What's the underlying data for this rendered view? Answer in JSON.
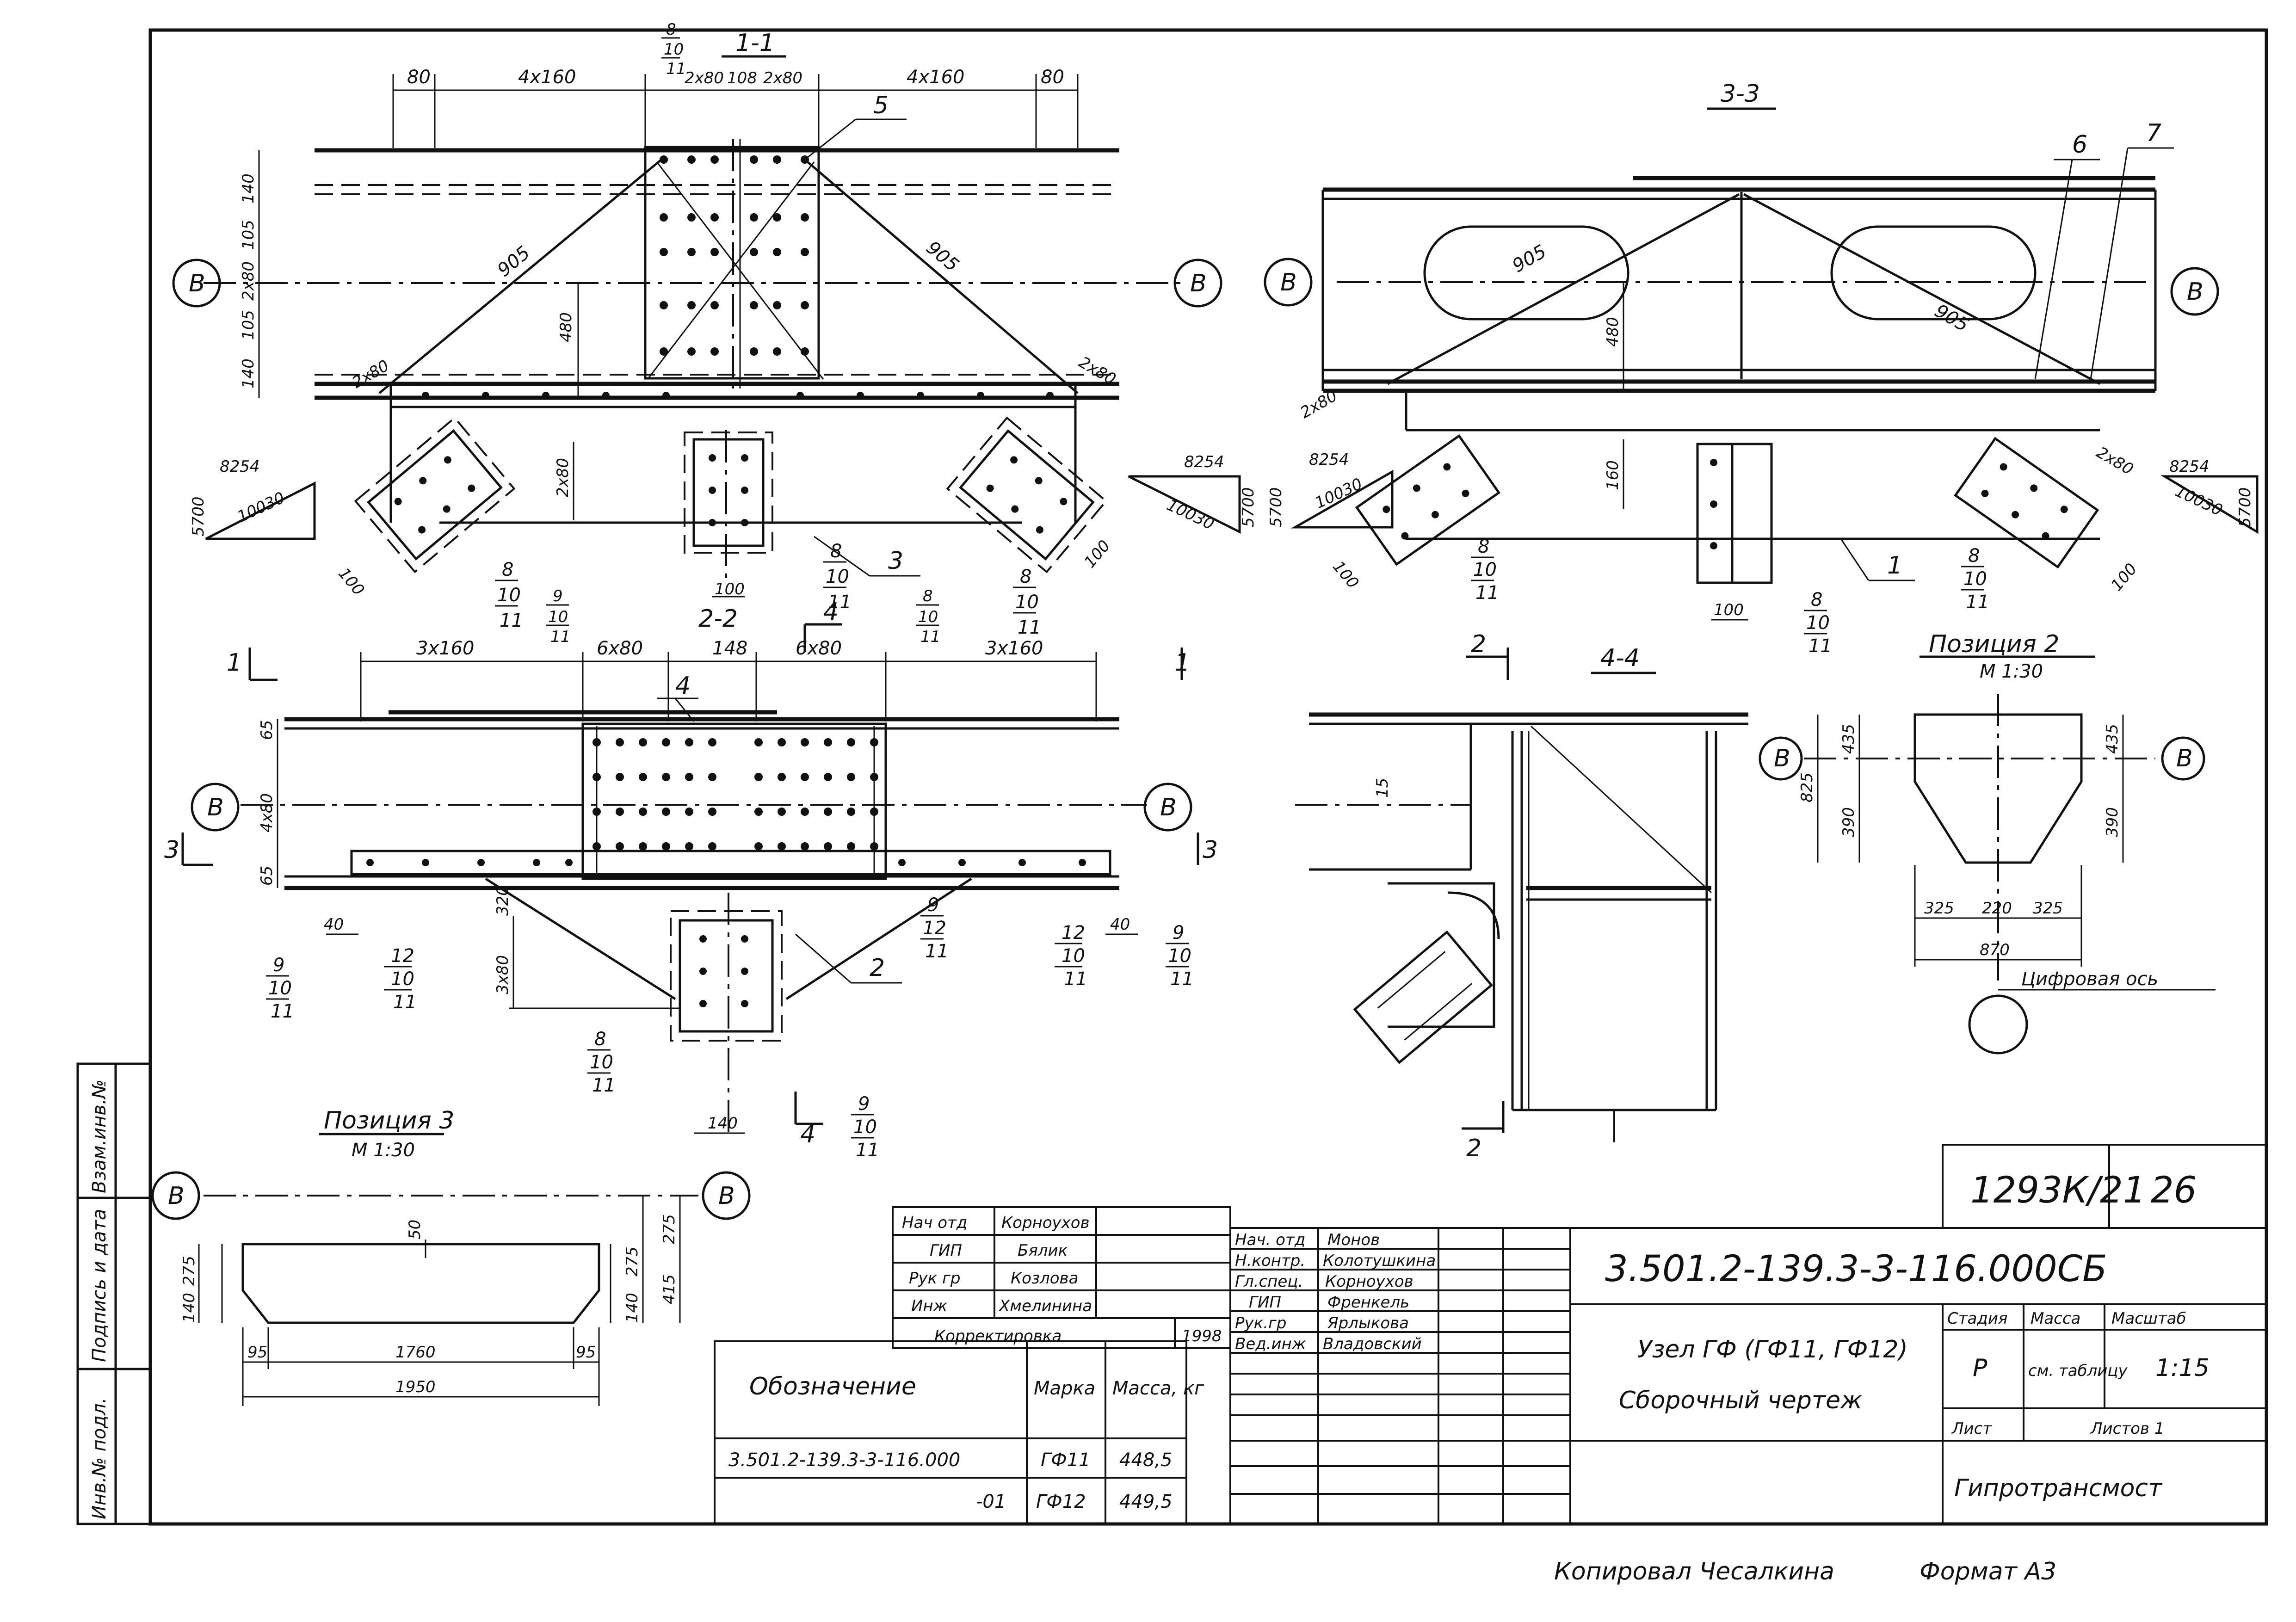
{
  "sections": {
    "s11": "1-1",
    "s22": "2-2",
    "s33": "3-3",
    "s44": "4-4"
  },
  "positions": {
    "pos2": "Позиция 2",
    "pos3": "Позиция 3",
    "scale": "М 1:30"
  },
  "axis": {
    "mark": "В",
    "digital_axis": "Цифровая ось"
  },
  "dims": {
    "d80": "80",
    "d4x160": "4x160",
    "d2x80": "2x80",
    "d108": "108",
    "d140": "140",
    "d105": "105",
    "d905": "905",
    "d480": "480",
    "d100": "100",
    "d160": "160",
    "d3x160": "3x160",
    "d6x80": "6x80",
    "d148": "148",
    "d65": "65",
    "d4x80": "4x80",
    "d40": "40",
    "d320": "320",
    "d3x80": "3x80",
    "d15": "15",
    "d825": "825",
    "d435": "435",
    "d390": "390",
    "d325": "325",
    "d220": "220",
    "d870": "870",
    "d50": "50",
    "d275": "275",
    "d415": "415",
    "d95": "95",
    "d1760": "1760",
    "d1950": "1950",
    "slope_a": "8254",
    "slope_b": "10030",
    "slope_c": "5700"
  },
  "callouts": {
    "c1": "1",
    "c2": "2",
    "c3": "3",
    "c4": "4",
    "c5": "5",
    "c6": "6",
    "c7": "7",
    "c8": "8",
    "c9": "9",
    "c10": "10",
    "c11": "11",
    "c12": "12"
  },
  "stamp": {
    "sheet_code": "1293К/21",
    "sheet_no": "26",
    "designation": "3.501.2-139.3-3-116.000СБ",
    "title_line1": "Узел ГФ (ГФ11, ГФ12)",
    "title_line2": "Сборочный чертеж",
    "stage_label": "Стадия",
    "mass_label": "Масса",
    "scale_label": "Масштаб",
    "stage_value": "Р",
    "mass_value": "см. таблицу",
    "scale_value": "1:15",
    "sheet_label": "Лист",
    "sheets_label": "Листов 1",
    "organization": "Гипротрансмост",
    "signers": [
      {
        "role": "Нач. отд",
        "name": "Монов"
      },
      {
        "role": "Н.контр.",
        "name": "Колотушкина"
      },
      {
        "role": "Гл.спец.",
        "name": "Корноухов"
      },
      {
        "role": "ГИП",
        "name": "Френкель"
      },
      {
        "role": "Рук.гр",
        "name": "Ярлыкова"
      },
      {
        "role": "Вед.инж",
        "name": "Владовский"
      }
    ]
  },
  "correction": {
    "rows": [
      {
        "role": "Нач отд",
        "name": "Корноухов"
      },
      {
        "role": "ГИП",
        "name": "Бялик"
      },
      {
        "role": "Рук гр",
        "name": "Козлова"
      },
      {
        "role": "Инж",
        "name": "Хмелинина"
      }
    ],
    "label": "Корректировка",
    "year": "1998"
  },
  "spec_table": {
    "headers": [
      "Обозначение",
      "Марка",
      "Масса, кг"
    ],
    "rows": [
      [
        "3.501.2-139.3-3-116.000",
        "ГФ11",
        "448,5"
      ],
      [
        "-01",
        "ГФ12",
        "449,5"
      ]
    ]
  },
  "side_strip": [
    "Взам.инв.№",
    "Подпись и дата",
    "Инв.№ подл."
  ],
  "footer": {
    "copied": "Копировал Чесалкина",
    "format": "Формат А3"
  }
}
